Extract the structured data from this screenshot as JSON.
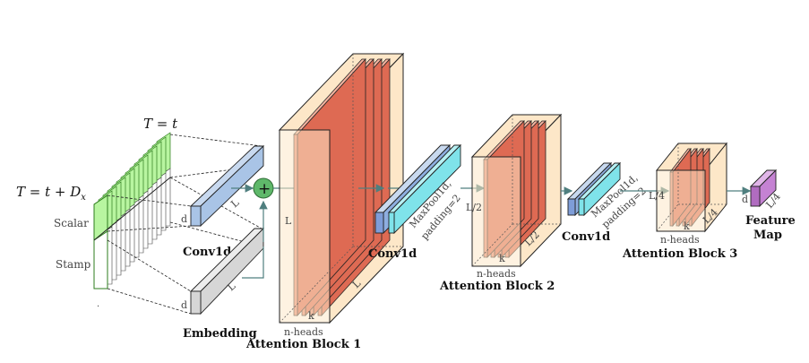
{
  "input": {
    "top_time_label": "T = t",
    "left_time_label": "T = t + D",
    "left_time_subscript": "x",
    "scalar_label": "Scalar",
    "stamp_label": "Stamp"
  },
  "conv1": {
    "title": "Conv1d",
    "d_label": "d",
    "L_label": "L"
  },
  "embedding": {
    "title": "Embedding",
    "d_label": "d",
    "L_label": "L"
  },
  "plus_symbol": "+",
  "block1": {
    "title": "Attention Block 1",
    "L_label": "L",
    "L_depth_label": "L",
    "k_label": "k",
    "heads_label": "n-heads"
  },
  "conv2": {
    "title": "Conv1d",
    "pool_label": "MaxPool1d,",
    "padding_label": "padding=2"
  },
  "block2": {
    "title": "Attention Block 2",
    "L_label": "L/2",
    "L_depth_label": "L/2",
    "k_label": "k",
    "heads_label": "n-heads"
  },
  "conv3": {
    "title": "Conv1d",
    "pool_label": "MaxPool1d,",
    "padding_label": "padding=2"
  },
  "block3": {
    "title": "Attention Block 3",
    "L_label": "L/4",
    "L_depth_label": "L/4",
    "k_label": "k",
    "heads_label": "n-heads"
  },
  "feature_map": {
    "title_line1": "Feature",
    "title_line2": "Map",
    "d_label": "d",
    "L_label": "L/4"
  },
  "colors": {
    "green": "#b8f5a0",
    "green_stroke": "#2e7d1e",
    "blue": "#a9c4e6",
    "cyan": "#7fe3ea",
    "gray": "#d6d6d6",
    "block_fill": "#fde7c8",
    "red": "#de6a53",
    "purple": "#c582d3",
    "arrow": "#4f7f7f",
    "plus": "#5fb86a"
  }
}
